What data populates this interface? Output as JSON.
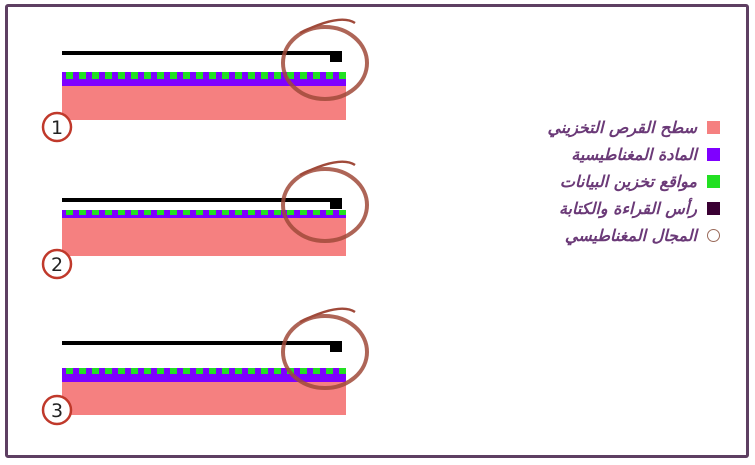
{
  "colors": {
    "surface": "#f58080",
    "magnetic": "#7f00ff",
    "sites": "#22e022",
    "head": "#3a0033",
    "circle_stroke": "#a04a3a",
    "frame": "#5e3f62"
  },
  "panels": [
    {
      "number": "1"
    },
    {
      "number": "2"
    },
    {
      "number": "3"
    }
  ],
  "legend": [
    {
      "label": "سطح القرص التخزيني",
      "color": "#f58080",
      "shape": "square"
    },
    {
      "label": "المادة المغناطيسية",
      "color": "#7f00ff",
      "shape": "square"
    },
    {
      "label": "مواقع تخزين البيانات",
      "color": "#22e022",
      "shape": "square"
    },
    {
      "label": "رأس القراءة والكتابة",
      "color": "#3a0033",
      "shape": "square"
    },
    {
      "label": "المجال المغناطيسي",
      "color": "#ffffff",
      "shape": "circle"
    }
  ]
}
